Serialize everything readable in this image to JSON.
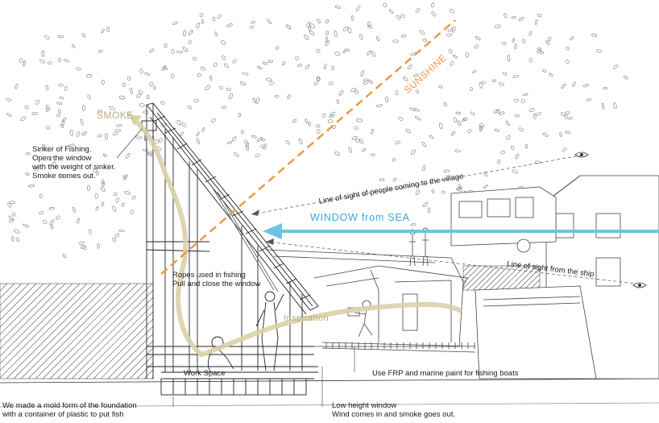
{
  "labels": {
    "smoke": "SMOKE",
    "sunshine": "SUNSHINE",
    "window_from_sea": "WINDOW from SEA",
    "inspiration": "Inspiration",
    "sinker": [
      "Sinker of Fishing.",
      "Open the window",
      "with the weight of sinker.",
      "Smoke comes out."
    ],
    "sight_village": "Line of sight of people coming to the village",
    "sight_ship": "Line of sight from the ship",
    "ropes": [
      "Ropes used in fishing",
      "Pull and close the window"
    ],
    "work_space": "Work Space",
    "frp": "Use FRP and marine paint for fishing boats",
    "foundation": [
      "We made a mold form of the foundation",
      "with a container of plastic to put fish"
    ],
    "low_window": [
      "Low height window",
      "Wind comes in and smoke goes out."
    ]
  },
  "colors": {
    "line": "#333333",
    "sunshine": "#e89a45",
    "smoke": "#d9d2a8",
    "sea_arrow": "#6cc4e4",
    "foliage": "#8a8a8a"
  }
}
